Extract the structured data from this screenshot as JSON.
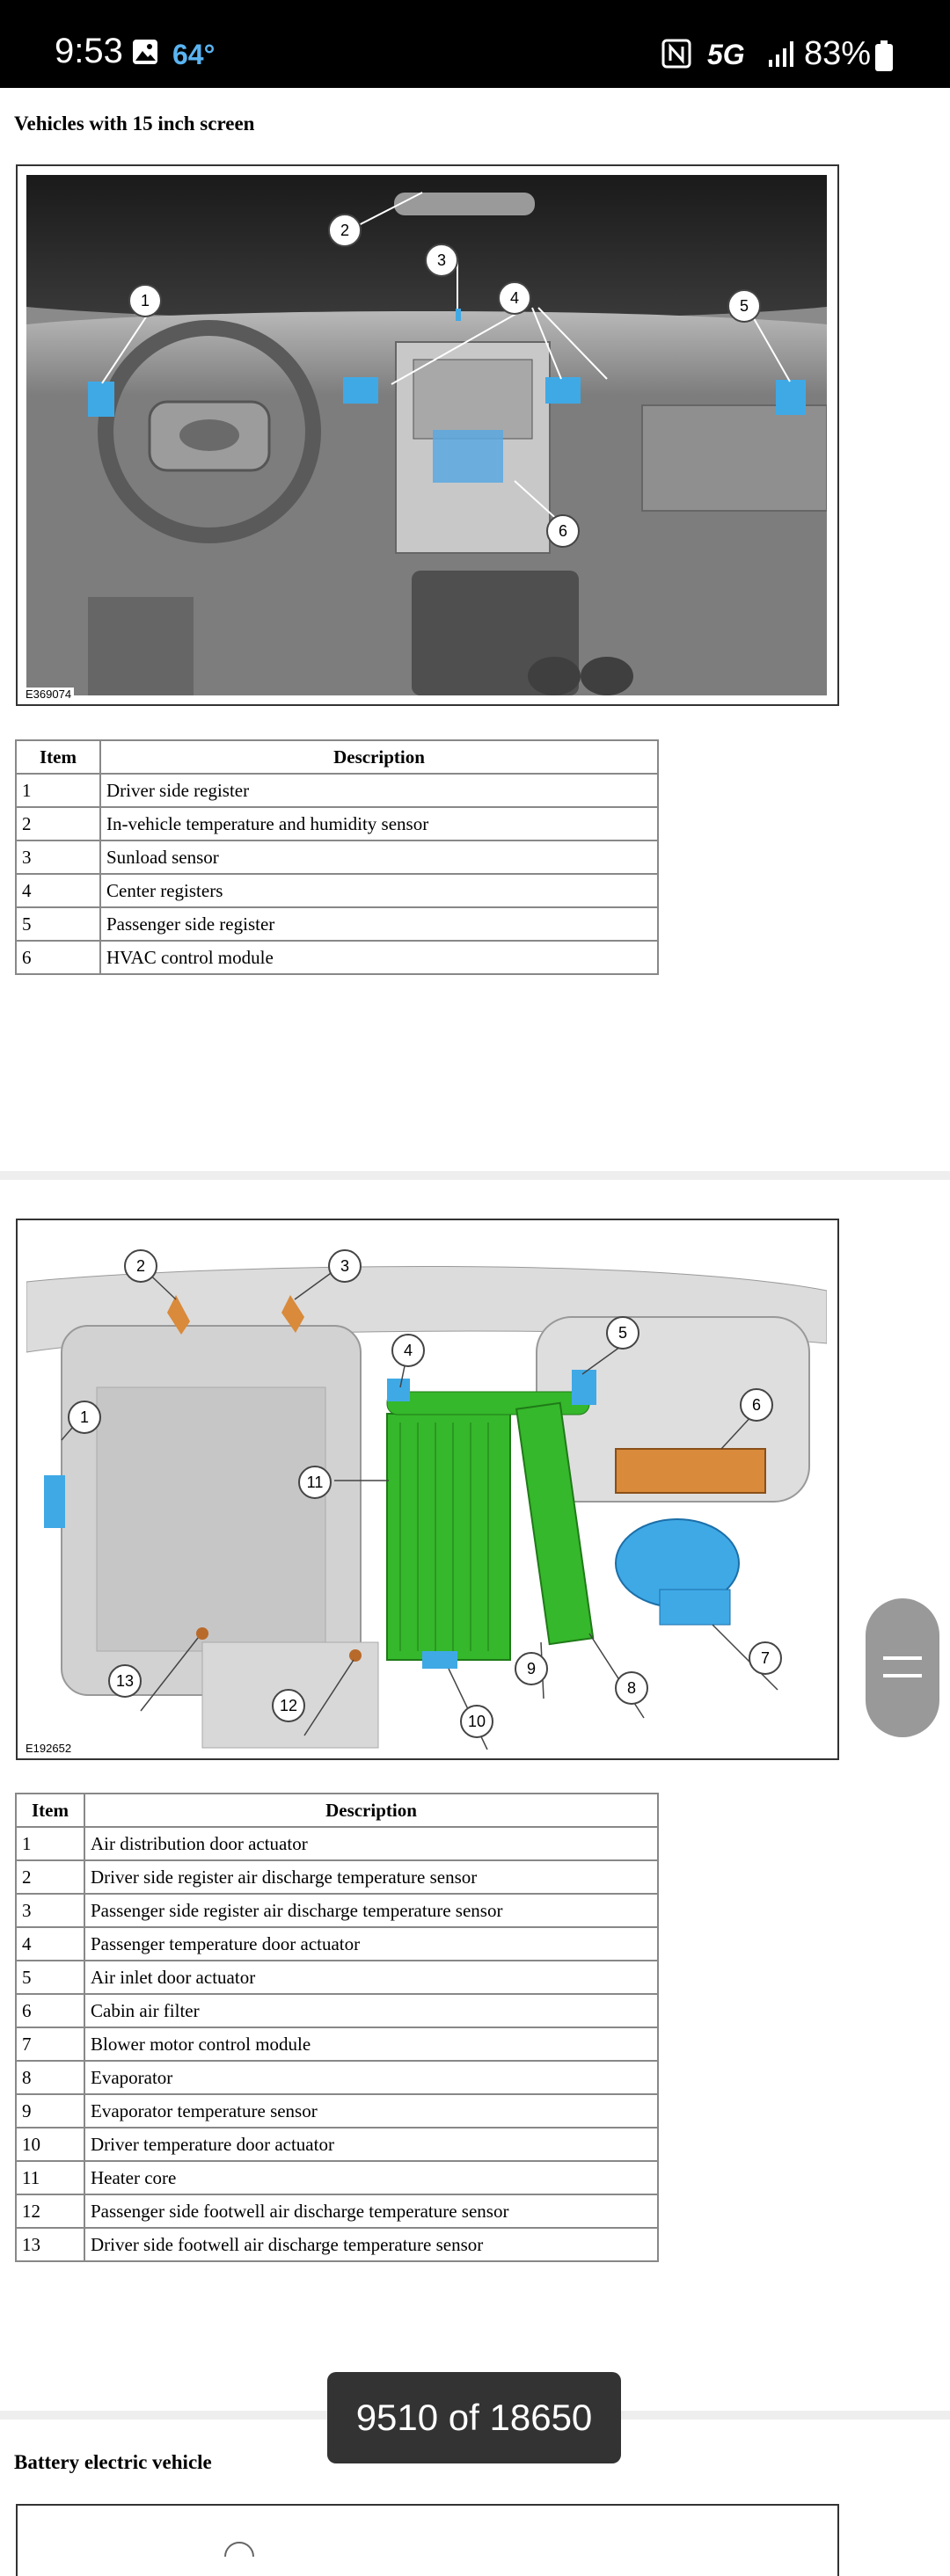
{
  "status_bar": {
    "time": "9:53",
    "temperature": "64°",
    "network": "5G",
    "battery": "83%"
  },
  "section1": {
    "heading": "Vehicles with 15 inch screen",
    "figure_code": "E369074",
    "callouts": [
      "1",
      "2",
      "3",
      "4",
      "5",
      "6"
    ],
    "table": {
      "headers": [
        "Item",
        "Description"
      ],
      "rows": [
        {
          "item": "1",
          "desc": "Driver side register"
        },
        {
          "item": "2",
          "desc": "In-vehicle temperature and humidity sensor"
        },
        {
          "item": "3",
          "desc": "Sunload sensor"
        },
        {
          "item": "4",
          "desc": "Center registers"
        },
        {
          "item": "5",
          "desc": "Passenger side register"
        },
        {
          "item": "6",
          "desc": "HVAC control module"
        }
      ]
    }
  },
  "section2": {
    "figure_code": "E192652",
    "callouts": [
      "1",
      "2",
      "3",
      "4",
      "5",
      "6",
      "7",
      "8",
      "9",
      "10",
      "11",
      "12",
      "13"
    ],
    "table": {
      "headers": [
        "Item",
        "Description"
      ],
      "rows": [
        {
          "item": "1",
          "desc": "Air distribution door actuator"
        },
        {
          "item": "2",
          "desc": "Driver side register air discharge temperature sensor"
        },
        {
          "item": "3",
          "desc": "Passenger side register air discharge temperature sensor"
        },
        {
          "item": "4",
          "desc": "Passenger temperature door actuator"
        },
        {
          "item": "5",
          "desc": "Air inlet door actuator"
        },
        {
          "item": "6",
          "desc": "Cabin air filter"
        },
        {
          "item": "7",
          "desc": "Blower motor control module"
        },
        {
          "item": "8",
          "desc": "Evaporator"
        },
        {
          "item": "9",
          "desc": "Evaporator temperature sensor"
        },
        {
          "item": "10",
          "desc": "Driver temperature door actuator"
        },
        {
          "item": "11",
          "desc": "Heater core"
        },
        {
          "item": "12",
          "desc": "Passenger side footwell air discharge temperature sensor"
        },
        {
          "item": "13",
          "desc": "Driver side footwell air discharge temperature sensor"
        }
      ]
    }
  },
  "section3": {
    "heading": "Battery electric vehicle"
  },
  "page_counter": "9510 of 18650",
  "colors": {
    "register_blue": "#3fa9e6",
    "heater_green": "#35b82b",
    "filter_orange": "#d98a3a",
    "status_temp": "#5ab4f2"
  },
  "icons": [
    "gallery-icon",
    "nfc-icon",
    "signal-icon",
    "battery-icon",
    "scroll-handle-icon"
  ]
}
